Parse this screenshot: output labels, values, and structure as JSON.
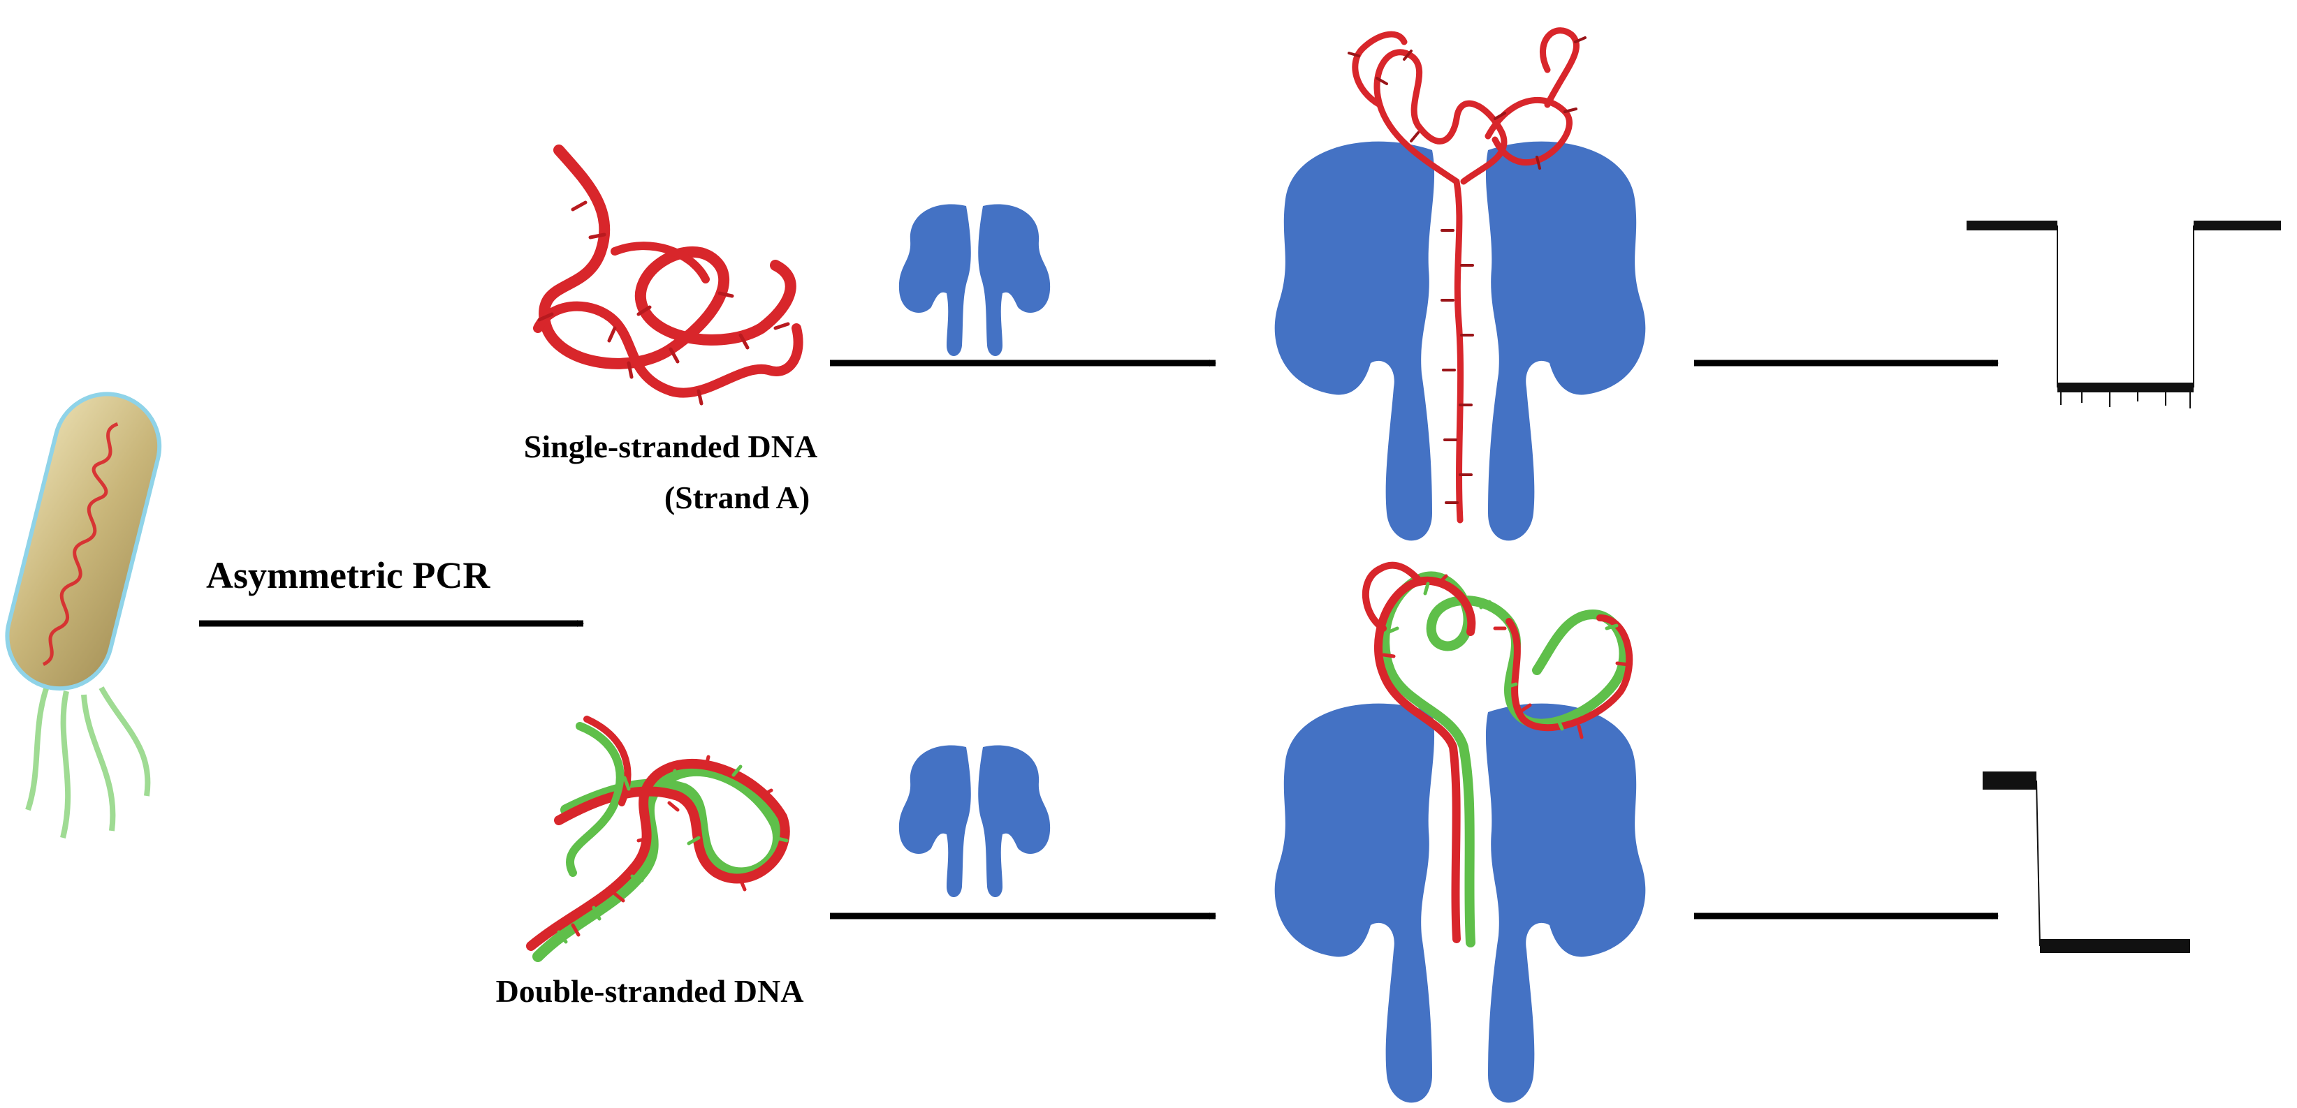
{
  "labels": {
    "asymmetric_pcr": "Asymmetric PCR",
    "ssdna_line1": "Single-stranded DNA",
    "ssdna_line2": "(Strand A)",
    "dsdna": "Double-stranded DNA"
  },
  "colors": {
    "pore": "#4472c4",
    "strand_red": "#d8262b",
    "strand_green": "#5fbf4a",
    "arrow": "#000000",
    "trace": "#111111",
    "bacterium_body": "#c9b67a",
    "bacterium_outline": "#8fd3e8"
  },
  "icons": {
    "bacterium": "bacterium-icon",
    "pore_small": "nanopore-icon",
    "pore_large": "nanopore-channel-icon"
  }
}
